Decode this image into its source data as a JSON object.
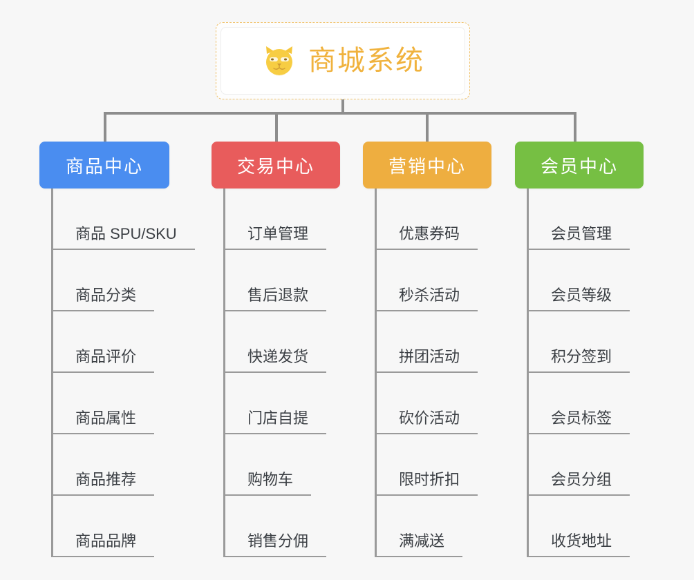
{
  "root": {
    "title": "商城系统",
    "icon": "shiba-dog-icon",
    "title_color": "#f0b23d",
    "border_color": "#f0c169"
  },
  "connector_color": "#8d8d8d",
  "columns": [
    {
      "id": "product-center",
      "label": "商品中心",
      "color": "#4a8df0",
      "items": [
        "商品 SPU/SKU",
        "商品分类",
        "商品评价",
        "商品属性",
        "商品推荐",
        "商品品牌"
      ]
    },
    {
      "id": "trade-center",
      "label": "交易中心",
      "color": "#e85c5c",
      "items": [
        "订单管理",
        "售后退款",
        "快递发货",
        "门店自提",
        "购物车",
        "销售分佣"
      ]
    },
    {
      "id": "marketing-center",
      "label": "营销中心",
      "color": "#eeae40",
      "items": [
        "优惠券码",
        "秒杀活动",
        "拼团活动",
        "砍价活动",
        "限时折扣",
        "满减送"
      ]
    },
    {
      "id": "member-center",
      "label": "会员中心",
      "color": "#76bf43",
      "items": [
        "会员管理",
        "会员等级",
        "积分签到",
        "会员标签",
        "会员分组",
        "收货地址"
      ]
    }
  ]
}
